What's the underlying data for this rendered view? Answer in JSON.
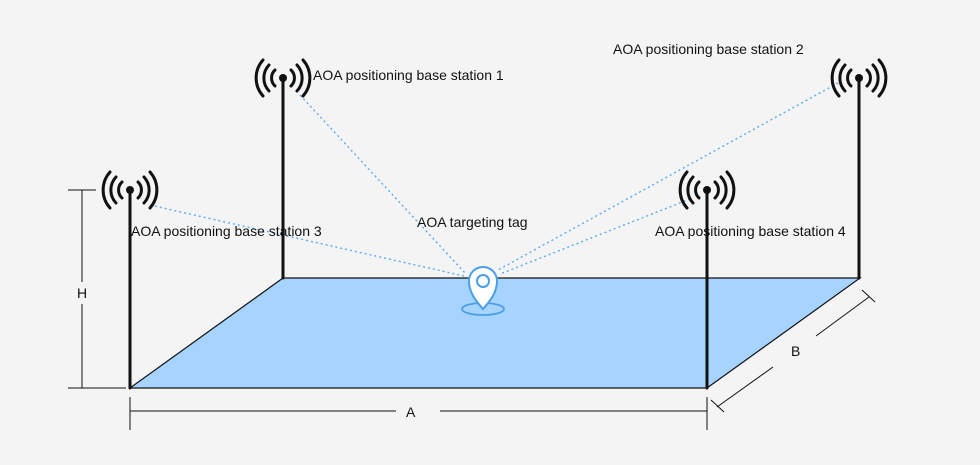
{
  "labels": {
    "station_1": "AOA positioning base station 1",
    "station_2": "AOA positioning base station 2",
    "station_3": "AOA positioning base station 3",
    "station_4": "AOA positioning base station 4",
    "tag": "AOA targeting tag"
  },
  "dimensions": {
    "height": "H",
    "length": "A",
    "width": "B"
  },
  "colors": {
    "background": "#f4f4f4",
    "floor_fill": "#a6d3ff",
    "signal_line": "#5aaaf0",
    "antenna": "#111111",
    "tag_marker": "#4a9fe8"
  }
}
